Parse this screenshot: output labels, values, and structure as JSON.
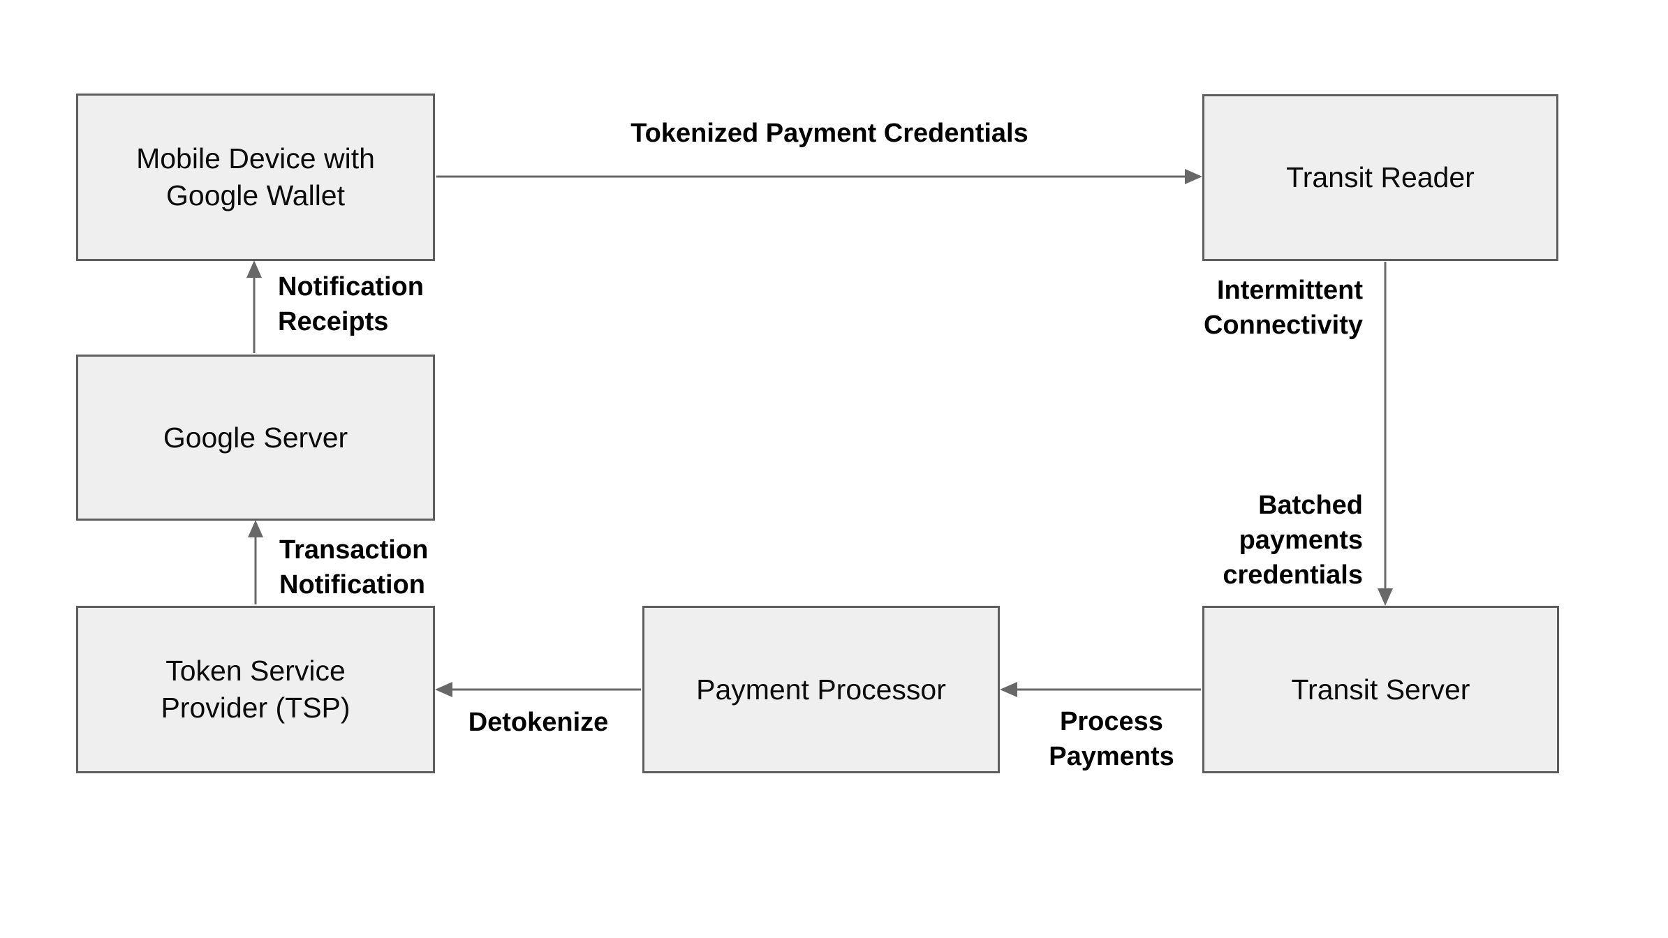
{
  "colors": {
    "background": "#ffffff",
    "box_fill": "#efefef",
    "box_border": "#5e5e5e",
    "arrow_color": "#686868",
    "text_color": "#0b0b0b",
    "label_color": "#000000"
  },
  "nodes": {
    "mobile_device": {
      "label": "Mobile Device with Google Wallet"
    },
    "transit_reader": {
      "label": "Transit Reader"
    },
    "google_server": {
      "label": "Google Server"
    },
    "tsp": {
      "label": "Token Service Provider (TSP)"
    },
    "payment_processor": {
      "label": "Payment Processor"
    },
    "transit_server": {
      "label": "Transit Server"
    }
  },
  "edges": {
    "tokenized_payment_credentials": {
      "from": "mobile_device",
      "to": "transit_reader",
      "direction": "right",
      "label": "Tokenized Payment Credentials"
    },
    "reader_to_transit_server": {
      "from": "transit_reader",
      "to": "transit_server",
      "direction": "down",
      "label_top": "Intermittent Connectivity",
      "label_bottom": "Batched payments credentials"
    },
    "process_payments": {
      "from": "transit_server",
      "to": "payment_processor",
      "direction": "left",
      "label": "Process Payments"
    },
    "detokenize": {
      "from": "payment_processor",
      "to": "tsp",
      "direction": "left",
      "label": "Detokenize"
    },
    "transaction_notification": {
      "from": "tsp",
      "to": "google_server",
      "direction": "up",
      "label": "Transaction Notification"
    },
    "notification_receipts": {
      "from": "google_server",
      "to": "mobile_device",
      "direction": "up",
      "label": "Notification Receipts"
    }
  }
}
